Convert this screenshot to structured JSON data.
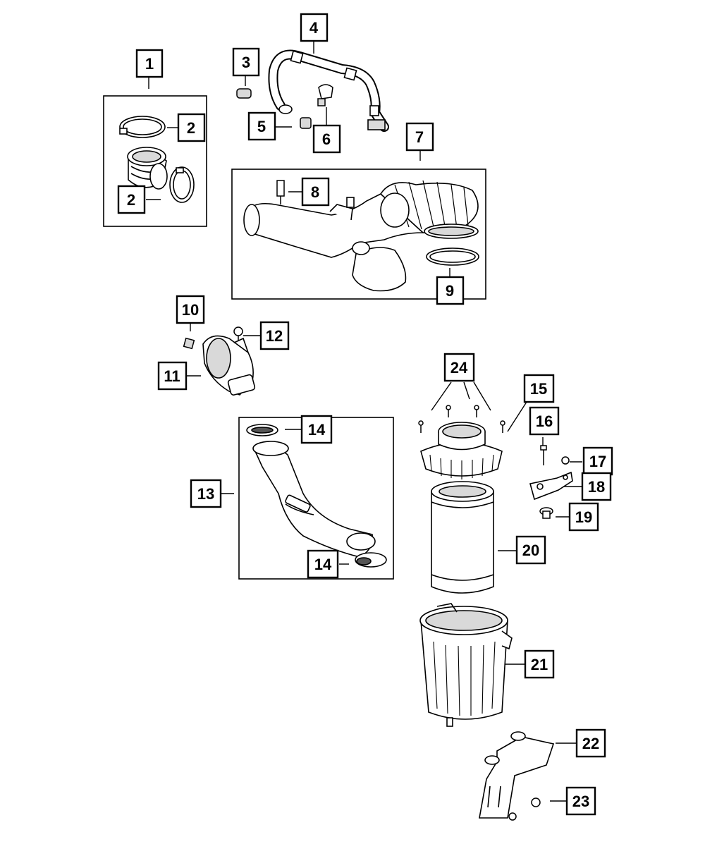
{
  "callouts": [
    {
      "id": "c1",
      "label": "1"
    },
    {
      "id": "c2a",
      "label": "2"
    },
    {
      "id": "c2b",
      "label": "2"
    },
    {
      "id": "c3",
      "label": "3"
    },
    {
      "id": "c4",
      "label": "4"
    },
    {
      "id": "c5",
      "label": "5"
    },
    {
      "id": "c6",
      "label": "6"
    },
    {
      "id": "c7",
      "label": "7"
    },
    {
      "id": "c8",
      "label": "8"
    },
    {
      "id": "c9",
      "label": "9"
    },
    {
      "id": "c10",
      "label": "10"
    },
    {
      "id": "c11",
      "label": "11"
    },
    {
      "id": "c12",
      "label": "12"
    },
    {
      "id": "c13",
      "label": "13"
    },
    {
      "id": "c14a",
      "label": "14"
    },
    {
      "id": "c14b",
      "label": "14"
    },
    {
      "id": "c15",
      "label": "15"
    },
    {
      "id": "c16",
      "label": "16"
    },
    {
      "id": "c17",
      "label": "17"
    },
    {
      "id": "c18",
      "label": "18"
    },
    {
      "id": "c19",
      "label": "19"
    },
    {
      "id": "c20",
      "label": "20"
    },
    {
      "id": "c21",
      "label": "21"
    },
    {
      "id": "c22",
      "label": "22"
    },
    {
      "id": "c23",
      "label": "23"
    },
    {
      "id": "c24",
      "label": "24"
    }
  ],
  "colors": {
    "line": "#000000",
    "part_fill": "#ffffff",
    "shade": "#d9d9d9",
    "dark": "#555555"
  }
}
